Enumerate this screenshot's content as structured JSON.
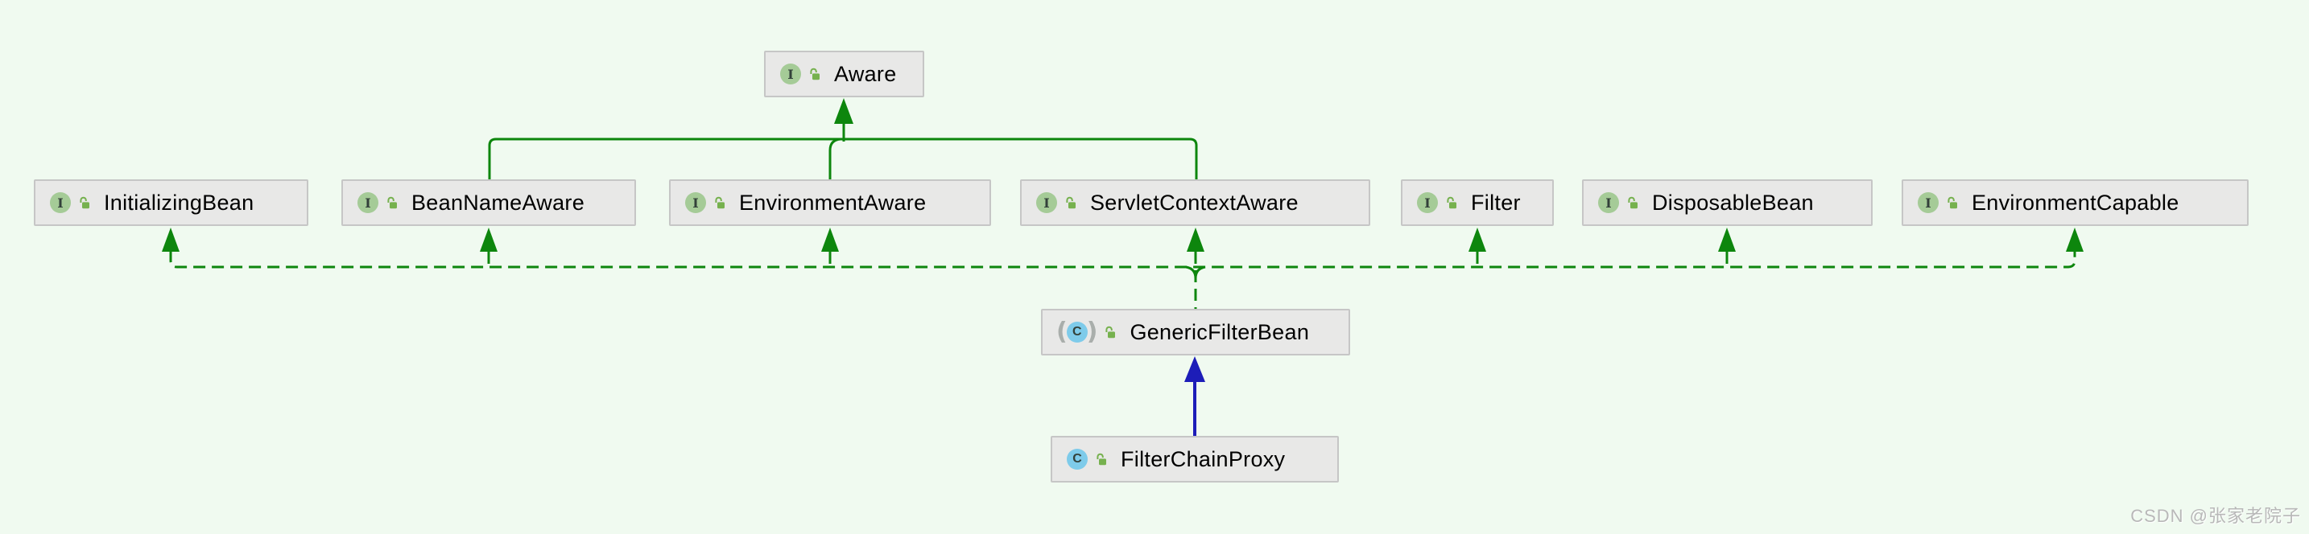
{
  "diagram": {
    "kind": "uml-class-hierarchy",
    "nodes": [
      {
        "id": "aware",
        "label": "Aware",
        "type": "interface",
        "visibility": "public"
      },
      {
        "id": "initializing-bean",
        "label": "InitializingBean",
        "type": "interface",
        "visibility": "public"
      },
      {
        "id": "bean-name-aware",
        "label": "BeanNameAware",
        "type": "interface",
        "visibility": "public"
      },
      {
        "id": "environment-aware",
        "label": "EnvironmentAware",
        "type": "interface",
        "visibility": "public"
      },
      {
        "id": "servlet-context-aware",
        "label": "ServletContextAware",
        "type": "interface",
        "visibility": "public"
      },
      {
        "id": "filter",
        "label": "Filter",
        "type": "interface",
        "visibility": "public"
      },
      {
        "id": "disposable-bean",
        "label": "DisposableBean",
        "type": "interface",
        "visibility": "public"
      },
      {
        "id": "environment-capable",
        "label": "EnvironmentCapable",
        "type": "interface",
        "visibility": "public"
      },
      {
        "id": "generic-filter-bean",
        "label": "GenericFilterBean",
        "type": "abstract-class",
        "visibility": "public"
      },
      {
        "id": "filter-chain-proxy",
        "label": "FilterChainProxy",
        "type": "class",
        "visibility": "public"
      }
    ],
    "edges": [
      {
        "from": "BeanNameAware",
        "to": "Aware",
        "relation": "extends"
      },
      {
        "from": "EnvironmentAware",
        "to": "Aware",
        "relation": "extends"
      },
      {
        "from": "ServletContextAware",
        "to": "Aware",
        "relation": "extends"
      },
      {
        "from": "GenericFilterBean",
        "to": "InitializingBean",
        "relation": "implements"
      },
      {
        "from": "GenericFilterBean",
        "to": "BeanNameAware",
        "relation": "implements"
      },
      {
        "from": "GenericFilterBean",
        "to": "EnvironmentAware",
        "relation": "implements"
      },
      {
        "from": "GenericFilterBean",
        "to": "ServletContextAware",
        "relation": "implements"
      },
      {
        "from": "GenericFilterBean",
        "to": "Filter",
        "relation": "implements"
      },
      {
        "from": "GenericFilterBean",
        "to": "DisposableBean",
        "relation": "implements"
      },
      {
        "from": "GenericFilterBean",
        "to": "EnvironmentCapable",
        "relation": "implements"
      },
      {
        "from": "FilterChainProxy",
        "to": "GenericFilterBean",
        "relation": "extends"
      }
    ]
  },
  "icons": {
    "interface_letter": "I",
    "class_letter": "C",
    "abstract_open": "(",
    "abstract_close": ")"
  },
  "colors": {
    "background": "#f0faf0",
    "node_fill": "#e8e8e7",
    "node_border": "#c6c6c6",
    "interface_edge_green": "#0d860d",
    "class_extends_blue": "#1d1db8",
    "interface_icon_green": "#a5cb97",
    "class_icon_blue": "#7ecbea",
    "public_lock_green": "#76b14e",
    "watermark_gray": "#b8b8b8"
  },
  "watermark": {
    "text": "CSDN @张家老院子"
  }
}
